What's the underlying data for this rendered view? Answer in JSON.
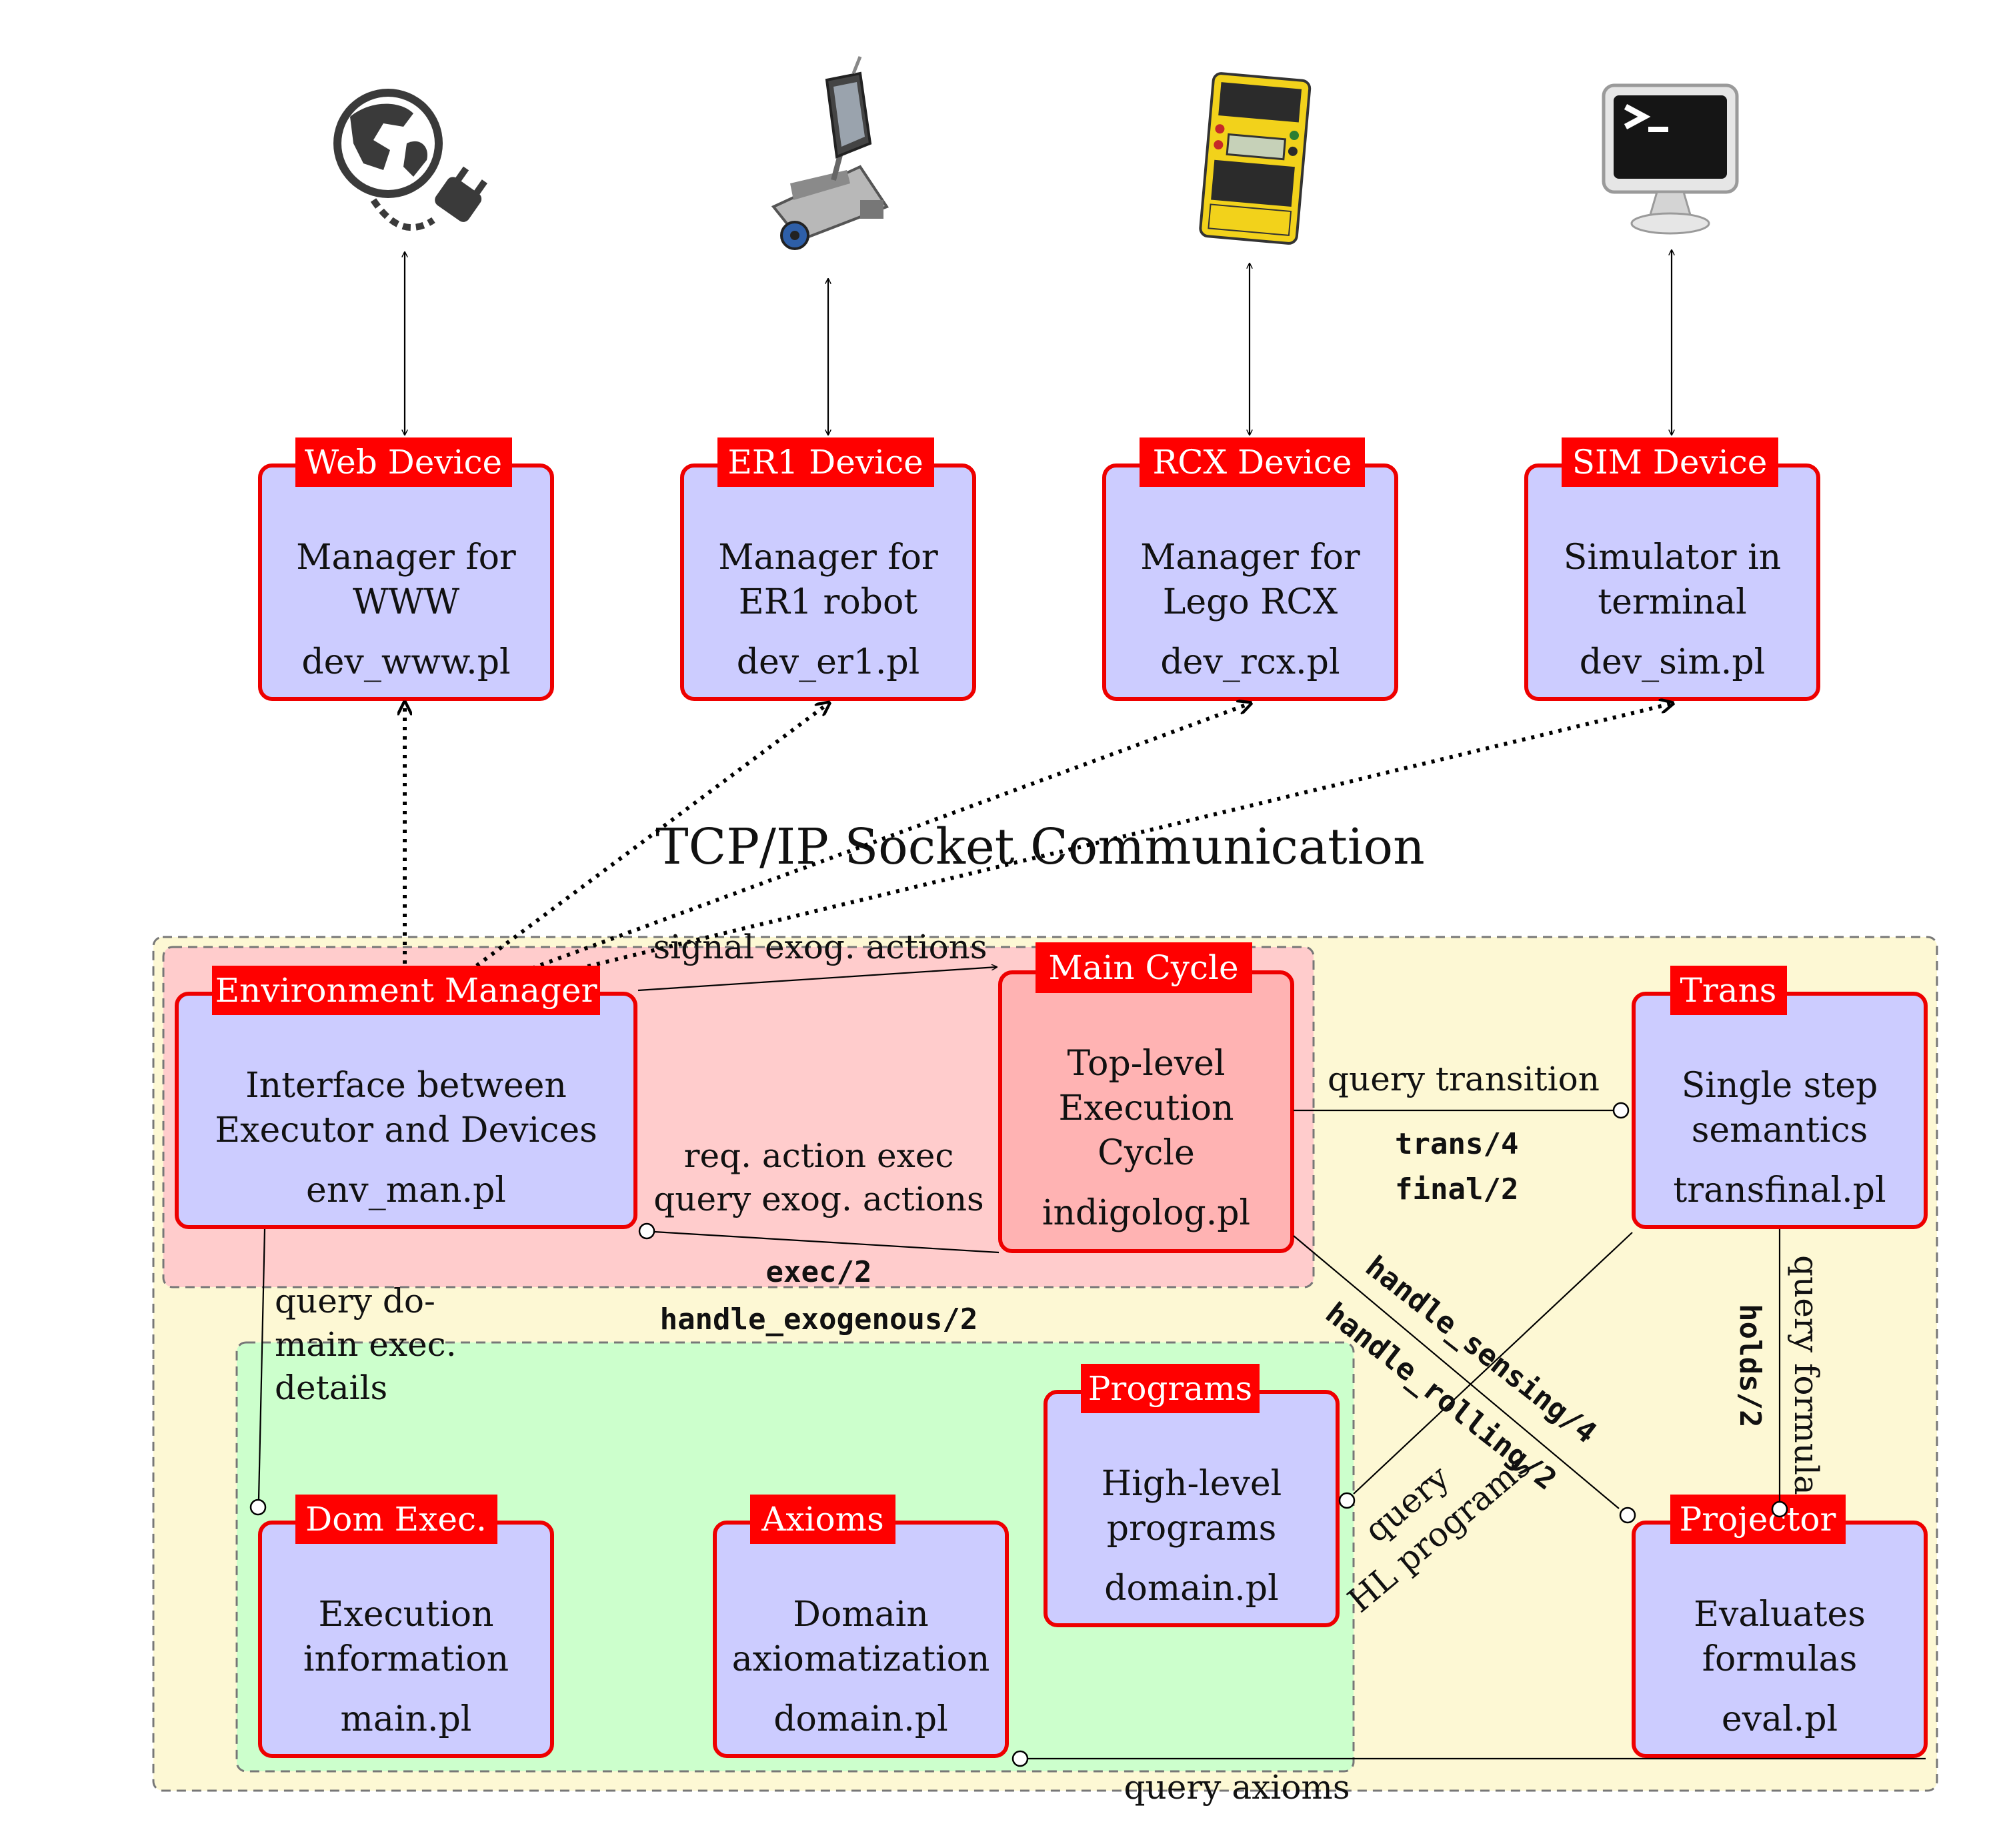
{
  "title": "TCP/IP Socket Communication",
  "devices": [
    {
      "icon": "globe-plug-icon",
      "tag": "Web Device",
      "l1": "Manager for",
      "l2": "WWW",
      "file": "dev_www.pl"
    },
    {
      "icon": "er1-robot-icon",
      "tag": "ER1 Device",
      "l1": "Manager for",
      "l2": "ER1 robot",
      "file": "dev_er1.pl"
    },
    {
      "icon": "lego-rcx-icon",
      "tag": "RCX Device",
      "l1": "Manager for",
      "l2": "Lego RCX",
      "file": "dev_rcx.pl"
    },
    {
      "icon": "terminal-monitor-icon",
      "tag": "SIM Device",
      "l1": "Simulator in",
      "l2": "terminal",
      "file": "dev_sim.pl"
    }
  ],
  "modules": {
    "env": {
      "tag": "Environment Manager",
      "l1": "Interface between",
      "l2": "Executor and Devices",
      "file": "env_man.pl"
    },
    "main": {
      "tag": "Main Cycle",
      "l1": "Top-level",
      "l2": "Execution",
      "l3": "Cycle",
      "file": "indigolog.pl"
    },
    "trans": {
      "tag": "Trans",
      "l1": "Single step",
      "l2": "semantics",
      "file": "transfinal.pl"
    },
    "programs": {
      "tag": "Programs",
      "l1": "High-level",
      "l2": "programs",
      "file": "domain.pl"
    },
    "domexec": {
      "tag": "Dom Exec.",
      "l1": "Execution",
      "l2": "information",
      "file": "main.pl"
    },
    "axioms": {
      "tag": "Axioms",
      "l1": "Domain",
      "l2": "axiomatization",
      "file": "domain.pl"
    },
    "projector": {
      "tag": "Projector",
      "l1": "Evaluates",
      "l2": "formulas",
      "file": "eval.pl"
    }
  },
  "edges": {
    "signal": "signal exog. actions",
    "req1": "req. action exec",
    "req2": "query exog. actions",
    "exec": "exec/2",
    "handle_exo": "handle_exogenous/2",
    "query_trans": "query transition",
    "trans4": "trans/4",
    "final2": "final/2",
    "handle_sensing": "handle_sensing/4",
    "handle_rolling": "handle_rolling/2",
    "query_hl1": "query",
    "query_hl2": "HL programs",
    "query_dom1": "query do-",
    "query_dom2": "main exec.",
    "query_dom3": "details",
    "query_formula": "query formula",
    "holds": "holds/2",
    "query_axioms": "query axioms"
  },
  "colors": {
    "box_fill": "#ccccff",
    "main_fill": "#ffb3b3",
    "tag_red": "#ff0000",
    "env_region": "#ffcccc",
    "outer_region": "#fdf8d4",
    "green_region": "#ccffcc"
  }
}
